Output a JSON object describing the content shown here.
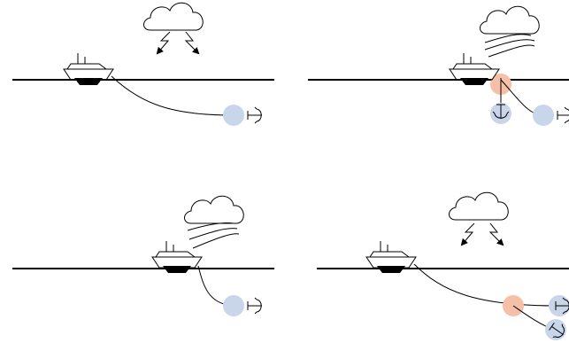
{
  "diagram": {
    "panels": [
      {
        "id": "top-left",
        "weather": "storm",
        "anchors": [
          "anchor"
        ],
        "highlight": "none"
      },
      {
        "id": "top-right",
        "weather": "gust",
        "anchors": [
          "anchor",
          "anchor-down"
        ],
        "highlight": "ship-contact"
      },
      {
        "id": "bottom-left",
        "weather": "gust",
        "anchors": [
          "anchor"
        ],
        "highlight": "none"
      },
      {
        "id": "bottom-right",
        "weather": "storm",
        "anchors": [
          "anchor",
          "anchor-loose"
        ],
        "highlight": "line-contact"
      }
    ],
    "colors": {
      "line": "#000000",
      "anchor_circle": "#c9d6ea",
      "highlight_circle": "#f6c0a8",
      "background": "#ffffff"
    },
    "icons": [
      "cloud-icon",
      "lightning-icon",
      "wind-icon",
      "ship-icon",
      "anchor-icon"
    ]
  }
}
